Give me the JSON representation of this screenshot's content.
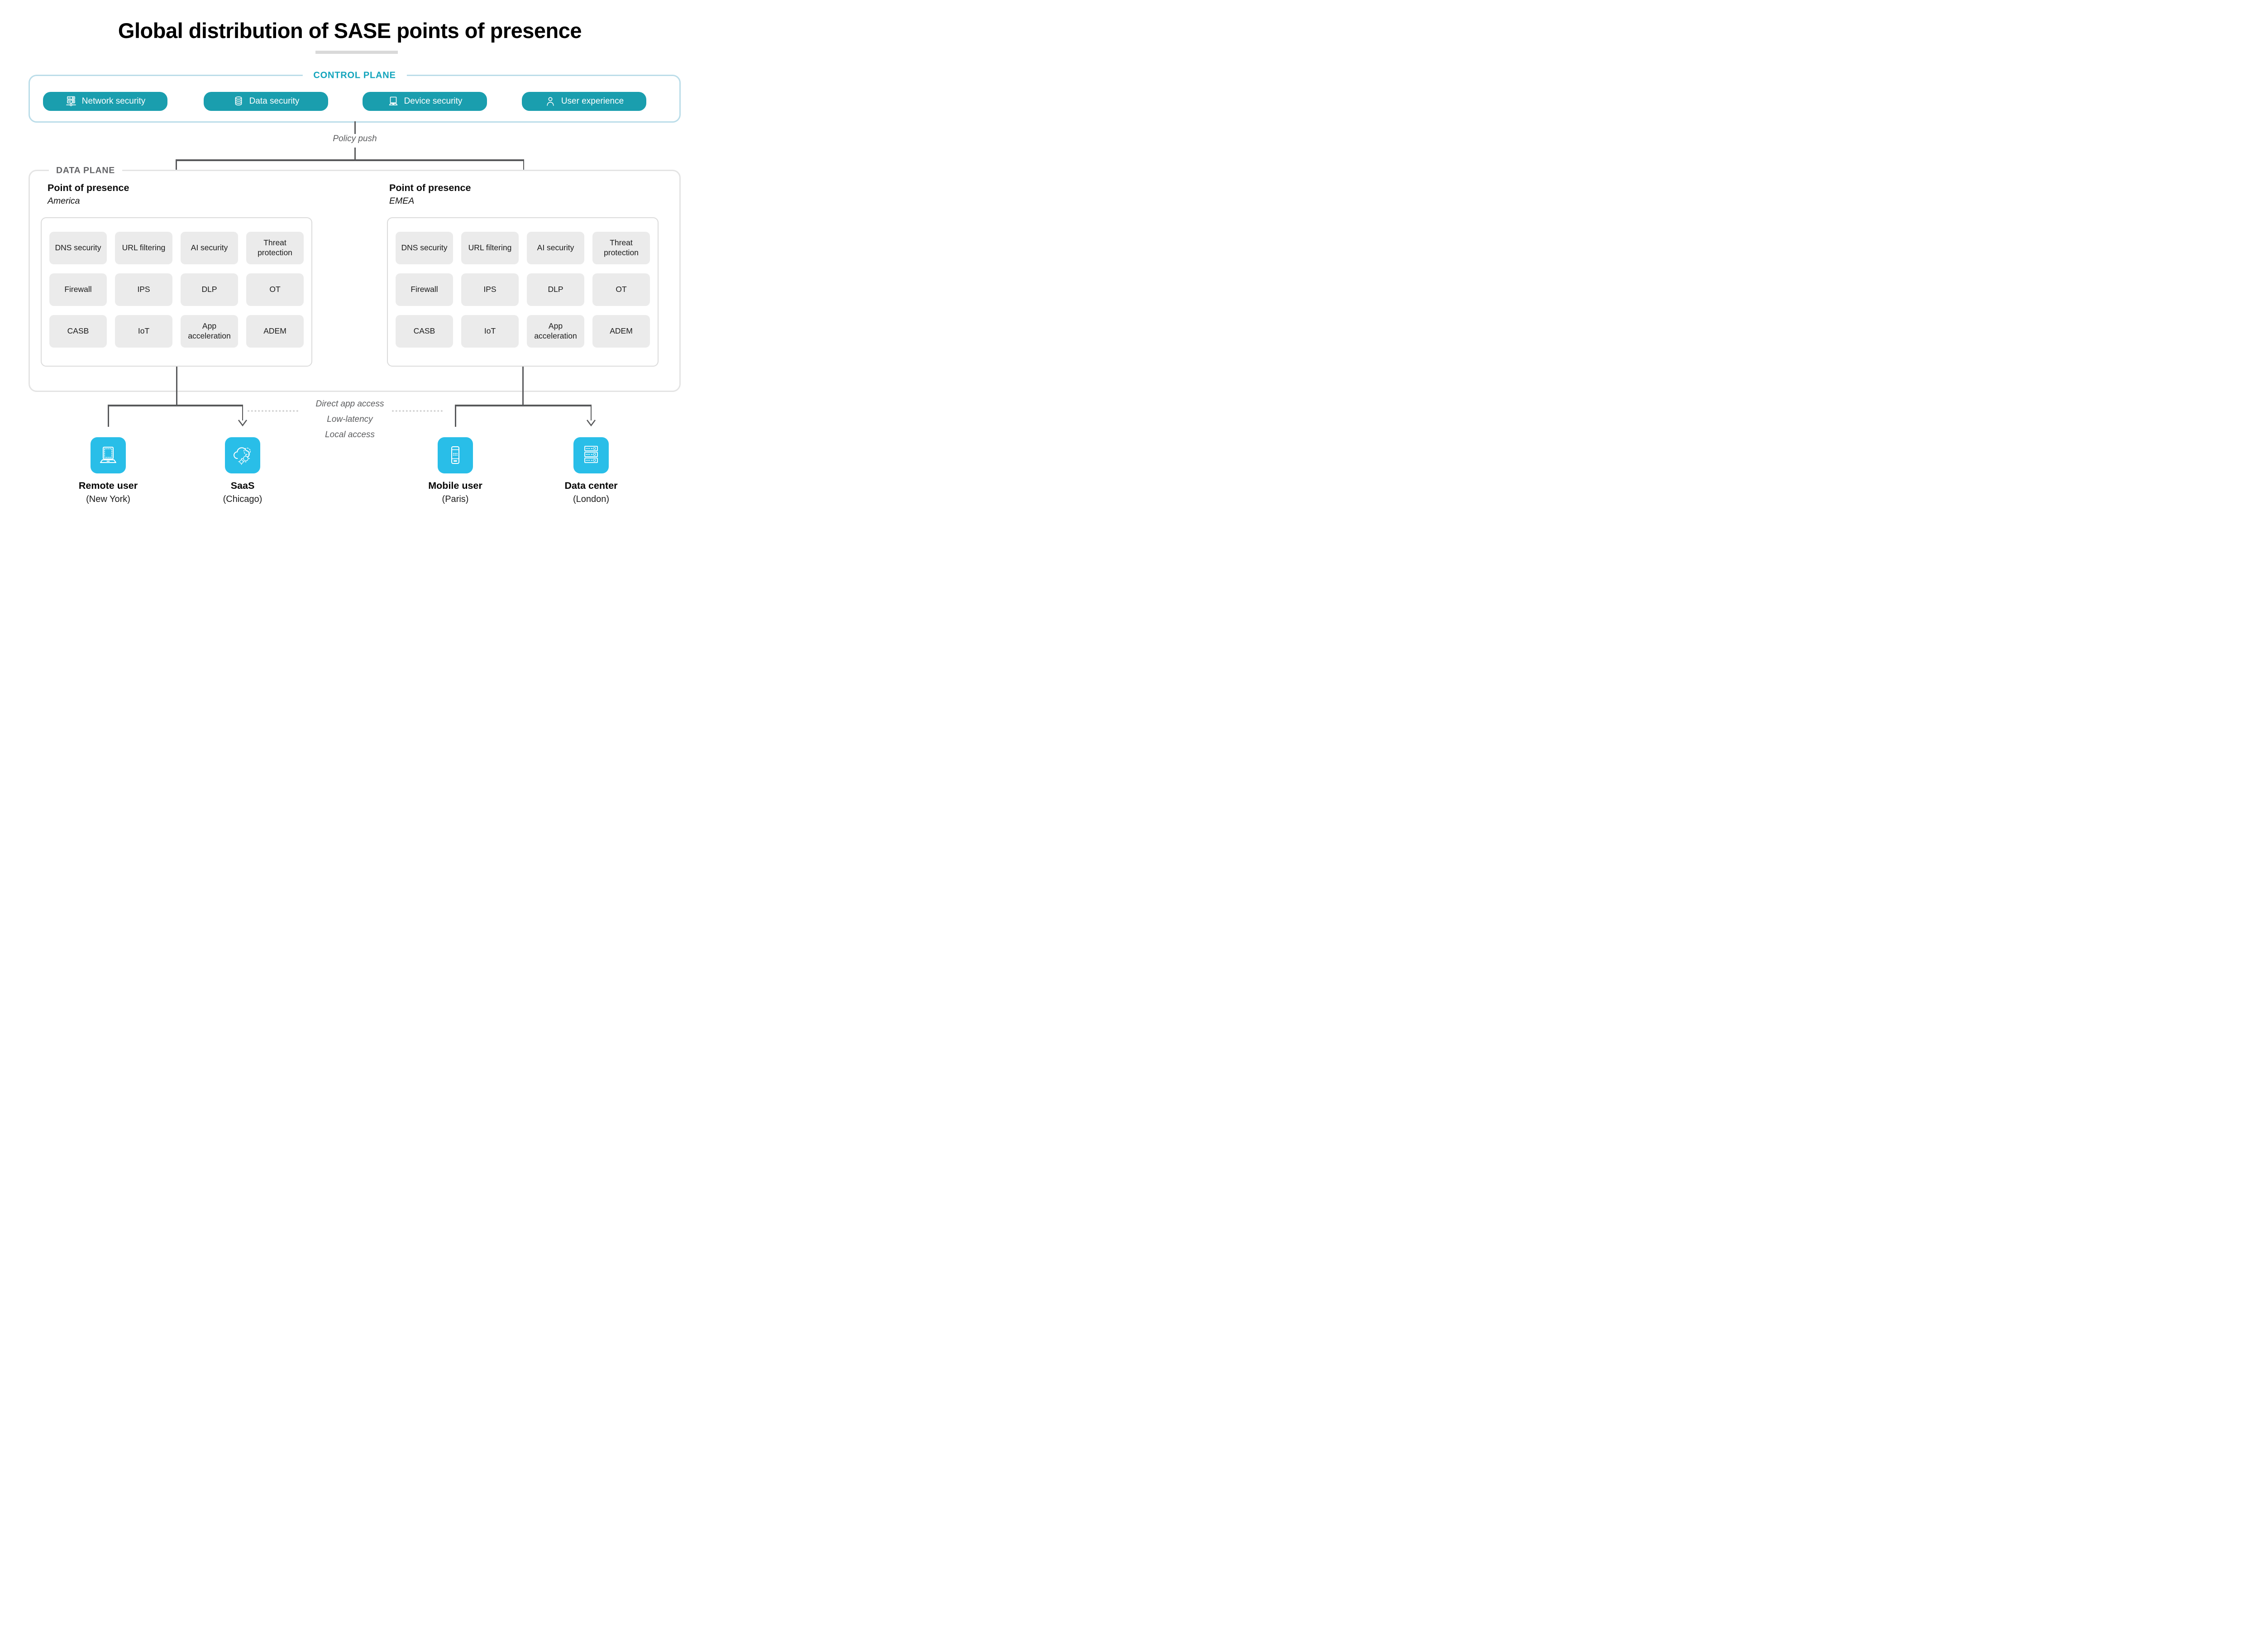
{
  "title": "Global distribution of SASE points of presence",
  "control_plane": {
    "label": "CONTROL PLANE",
    "pills": [
      {
        "label": "Network security",
        "icon": "network-security-icon"
      },
      {
        "label": "Data security",
        "icon": "data-security-icon"
      },
      {
        "label": "Device security",
        "icon": "device-security-icon"
      },
      {
        "label": "User experience",
        "icon": "user-experience-icon"
      }
    ]
  },
  "policy_push_label": "Policy push",
  "data_plane": {
    "label": "DATA PLANE",
    "pops": [
      {
        "title": "Point of presence",
        "region": "America",
        "services": [
          "DNS security",
          "URL filtering",
          "AI security",
          "Threat protection",
          "Firewall",
          "IPS",
          "DLP",
          "OT",
          "CASB",
          "IoT",
          "App acceleration",
          "ADEM"
        ]
      },
      {
        "title": "Point of presence",
        "region": "EMEA",
        "services": [
          "DNS security",
          "URL filtering",
          "AI security",
          "Threat protection",
          "Firewall",
          "IPS",
          "DLP",
          "OT",
          "CASB",
          "IoT",
          "App acceleration",
          "ADEM"
        ]
      }
    ]
  },
  "access_notes": [
    "Direct app access",
    "Low-latency",
    "Local access"
  ],
  "endpoints": [
    {
      "name": "Remote user",
      "location": "(New York)",
      "icon": "laptop-icon"
    },
    {
      "name": "SaaS",
      "location": "(Chicago)",
      "icon": "cloud-gears-icon"
    },
    {
      "name": "Mobile user",
      "location": "(Paris)",
      "icon": "smartphone-icon"
    },
    {
      "name": "Data center",
      "location": "(London)",
      "icon": "server-stack-icon"
    }
  ],
  "colors": {
    "pill_teal": "#1A9EAE",
    "control_plane_label": "#12A4BC",
    "control_plane_border": "#BBDDE9",
    "data_plane_border": "#E4E4E4",
    "data_plane_label": "#626366",
    "service_cell_bg": "#EBEBEB",
    "connector_gray": "#58595B",
    "endpoint_cyan": "#29BEE8",
    "title_underline": "#D9D9D9"
  }
}
